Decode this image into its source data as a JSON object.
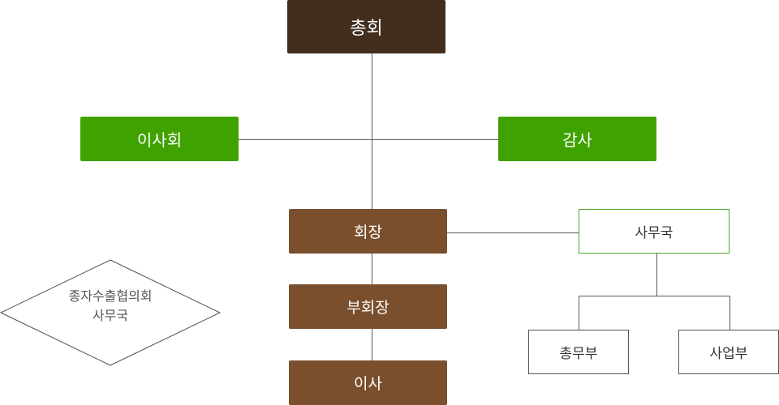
{
  "org": {
    "general_assembly": "총회",
    "board": "이사회",
    "auditor": "감사",
    "president": "회장",
    "secretariat": "사무국",
    "vice_president": "부회장",
    "director": "이사",
    "general_affairs": "총무부",
    "business": "사업부",
    "council_line1": "종자수출협의회",
    "council_line2": "사무국"
  },
  "colors": {
    "dark_brown": "#432e1d",
    "green": "#3fa200",
    "brown": "#7a4f2d",
    "outline_green": "#4fa52e",
    "line_gray": "#555555"
  }
}
